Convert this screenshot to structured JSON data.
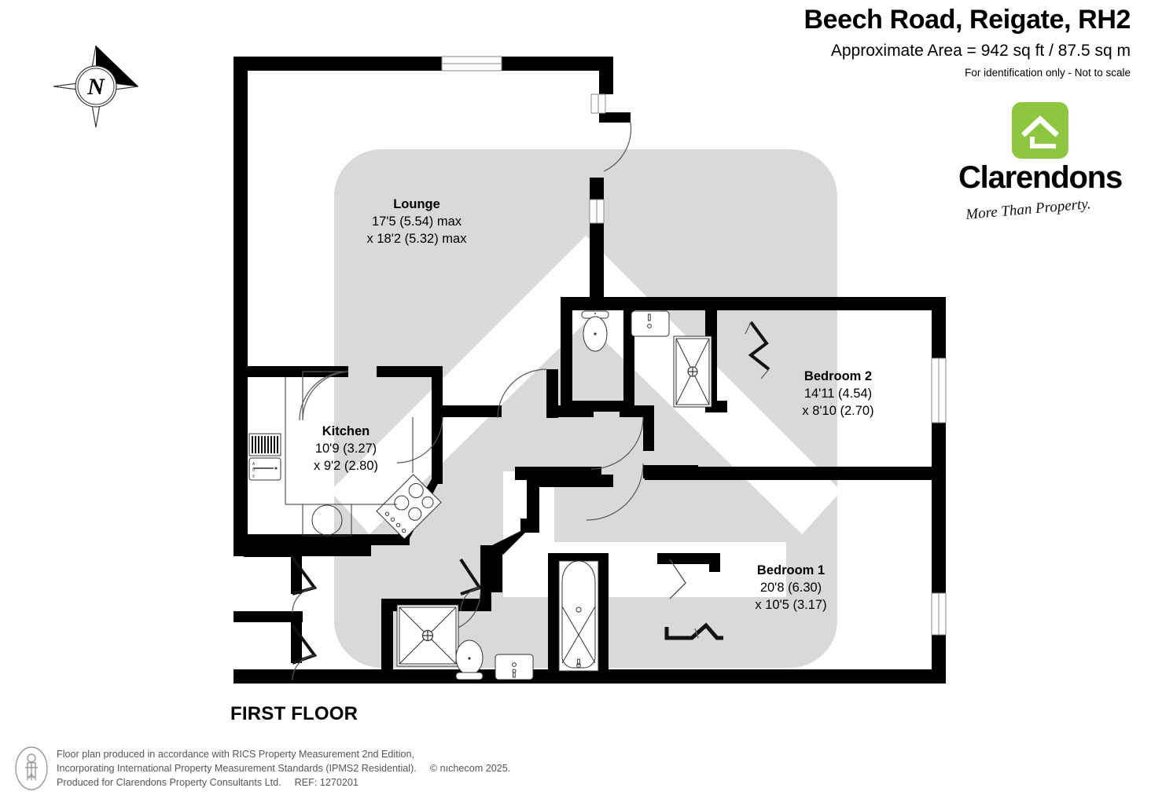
{
  "header": {
    "title": "Beech Road, Reigate, RH2",
    "area": "Approximate Area = 942 sq ft / 87.5 sq m",
    "disclaimer": "For identification only - Not to scale"
  },
  "logo": {
    "mark": "house-logo-icon",
    "wordmark": "Clarendons",
    "tagline": "More Than Property.",
    "brand_color": "#8DC63F"
  },
  "compass": {
    "label": "N",
    "icon": "compass-rose-icon"
  },
  "floor": {
    "label": "FIRST FLOOR"
  },
  "rooms": [
    {
      "id": "lounge",
      "name": "Lounge",
      "dim1": "17'5 (5.54) max",
      "dim2": "x 18'2 (5.32) max"
    },
    {
      "id": "kitchen",
      "name": "Kitchen",
      "dim1": "10'9 (3.27)",
      "dim2": "x 9'2 (2.80)"
    },
    {
      "id": "bedroom2",
      "name": "Bedroom 2",
      "dim1": "14'11 (4.54)",
      "dim2": "x 8'10 (2.70)"
    },
    {
      "id": "bedroom1",
      "name": "Bedroom 1",
      "dim1": "20'8 (6.30)",
      "dim2": "x 10'5 (3.17)"
    }
  ],
  "fixtures": [
    {
      "name": "toilet-ensuite-icon"
    },
    {
      "name": "sink-ensuite-icon"
    },
    {
      "name": "shower-ensuite-icon"
    },
    {
      "name": "shower-bathroom-icon"
    },
    {
      "name": "toilet-bathroom-icon"
    },
    {
      "name": "sink-bathroom-icon"
    },
    {
      "name": "bath-tub-icon"
    },
    {
      "name": "hob-icon"
    },
    {
      "name": "boiler-icon"
    },
    {
      "name": "washing-machine-icon"
    }
  ],
  "footer": {
    "line1": "Floor plan produced in accordance with RICS Property Measurement 2nd Edition,",
    "line2a": "Incorporating International Property Measurement Standards (IPMS2 Residential).",
    "line2b": "© nıchecom 2025.",
    "line3a": "Produced for Clarendons Property Consultants Ltd.",
    "line3b": "REF: 1270201",
    "icon": "person-in-oval-icon"
  },
  "colors": {
    "wall": "#000000",
    "watermark": "#d9d9d9",
    "brand_green": "#8DC63F",
    "footer_text": "#555555"
  }
}
